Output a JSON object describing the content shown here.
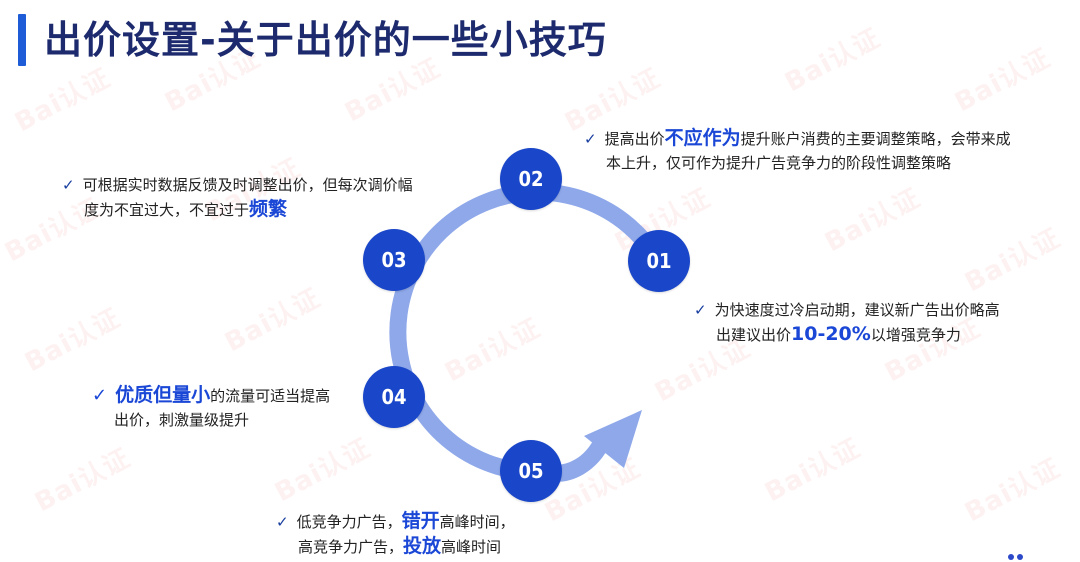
{
  "title": "出价设置-关于出价的一些小技巧",
  "watermark": "Bai认证",
  "nodes": [
    "01",
    "02",
    "03",
    "04",
    "05"
  ],
  "notes": {
    "n01": {
      "line1": "为快速度过冷启动期，建议新广告出价略高",
      "line2_pre": "出建议出价",
      "line2_hl": "10-20%",
      "line2_post": "以增强竞争力"
    },
    "n02": {
      "line1_pre": "提高出价",
      "line1_hl": "不应作为",
      "line1_post": "提升账户消费的主要调整策略，会带来成",
      "line2": "本上升，仅可作为提升广告竞争力的阶段性调整策略"
    },
    "n03": {
      "line1": "可根据实时数据反馈及时调整出价，但每次调价幅",
      "line2_pre": "度为不宜过大，不宜过于",
      "line2_hl": "频繁"
    },
    "n04": {
      "line1_hl": "优质但量小",
      "line1_post": "的流量可适当提高",
      "line2": "出价，刺激量级提升"
    },
    "n05": {
      "line1_pre": "低竞争力广告，",
      "line1_hl": "错开",
      "line1_post": "高峰时间，",
      "line2_pre": "高竞争力广告，",
      "line2_hl": "投放",
      "line2_post": "高峰时间"
    }
  },
  "colors": {
    "accent": "#1e5bd6",
    "node": "#1a47c9",
    "ring": "#8ea8ea",
    "title": "#1d2b6e"
  }
}
